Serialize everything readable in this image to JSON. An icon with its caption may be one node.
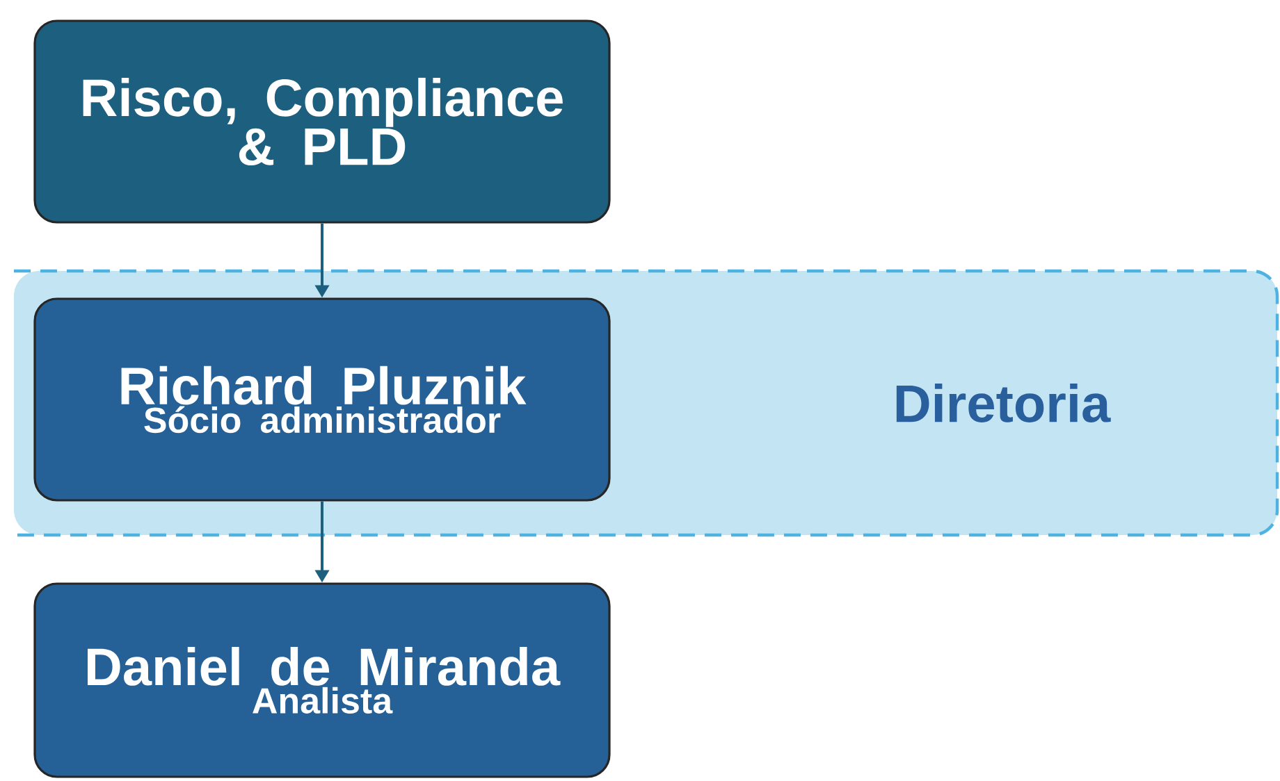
{
  "diagram": {
    "nodes": [
      {
        "text": [
          "Risco, Compliance & PLD"
        ]
      },
      {
        "text": [
          "Diretoria"
        ]
      },
      {
        "text": [
          "Richard Pluznik",
          "Sócio administrador"
        ],
        "in": 1
      },
      {
        "text": [
          "Daniel de Miranda",
          "Analista"
        ]
      }
    ],
    "edges": [
      {
        "from": 0,
        "to": 2,
        "arrow": "to"
      },
      {
        "from": 2,
        "to": 3,
        "arrow": "to"
      }
    ]
  }
}
